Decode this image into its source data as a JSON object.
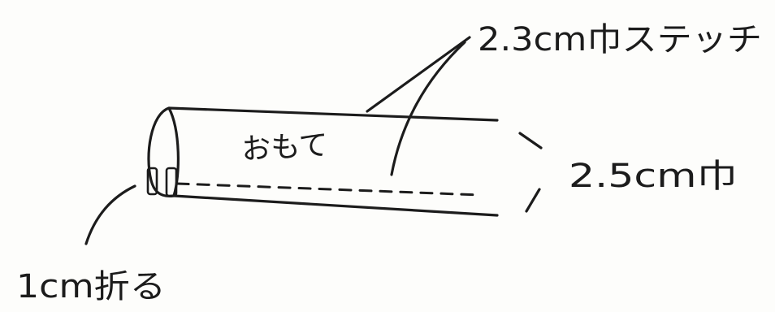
{
  "labels": {
    "face": "おもて",
    "stitch_width": "2.3cm巾ステッチ",
    "tube_width": "2.5cm巾",
    "fold": "1cm折る"
  }
}
